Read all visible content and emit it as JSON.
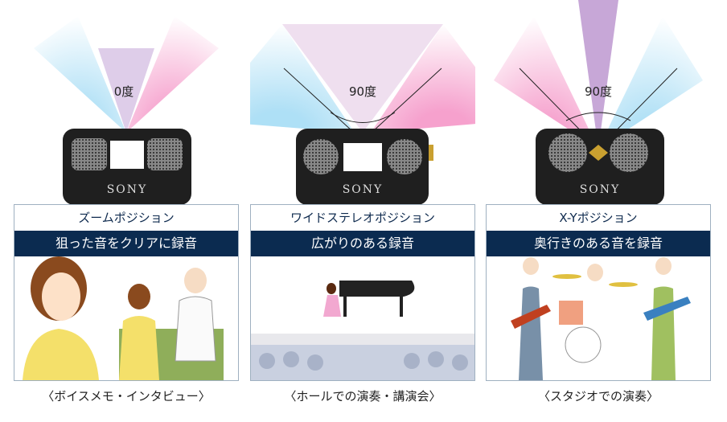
{
  "panels": [
    {
      "angle": "0度",
      "brand": "SONY",
      "title": "ズームポジション",
      "subtitle": "狙った音をクリアに録音",
      "caption": "〈ボイスメモ・インタビュー〉"
    },
    {
      "angle": "90度",
      "brand": "SONY",
      "title": "ワイドステレオポジション",
      "subtitle": "広がりのある録音",
      "caption": "〈ホールでの演奏・講演会〉"
    },
    {
      "angle": "90度",
      "brand": "SONY",
      "title": "X-Yポジション",
      "subtitle": "奥行きのある音を録音",
      "caption": "〈スタジオでの演奏〉"
    }
  ],
  "colors": {
    "navy": "#0b2b50",
    "blue_cone": "#8fd3f0",
    "pink_cone": "#f07ab8",
    "device": "#1f1f1f"
  }
}
